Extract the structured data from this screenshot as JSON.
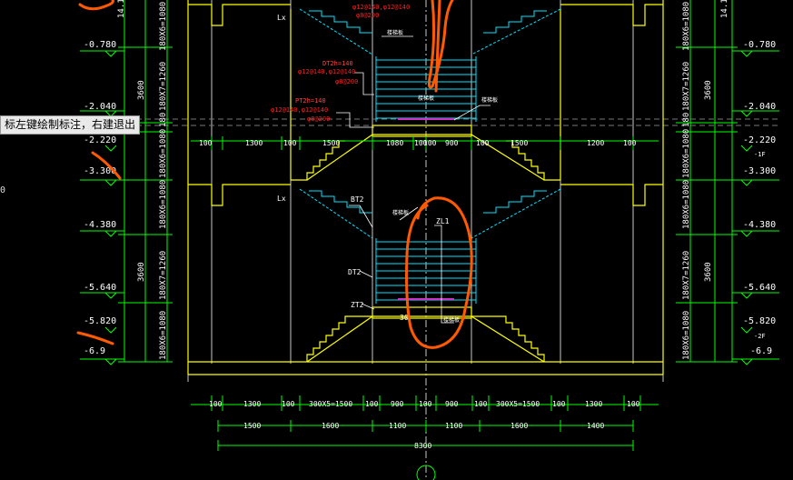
{
  "tooltip": "标左键绘制标注，右建退出",
  "cursor_tag": "0",
  "colors": {
    "background": "#000000",
    "dimension": "#00ff00",
    "outline": "#ffff00",
    "hatch": "#00ffff",
    "rebar": "#ff2020",
    "markup": "#ff5a00",
    "axis": "#d0d0d0",
    "label": "#ffffff",
    "grid_dash": "#666666",
    "slab": "#cc33cc"
  },
  "left_elevations": [
    "-0.780",
    "-2.040",
    "-2.220",
    "-3.300",
    "-4.380",
    "-5.640",
    "-5.820",
    "-6.9"
  ],
  "right_elevations": [
    "-0.780",
    "-2.040",
    "-2.220",
    "-3.300",
    "-4.380",
    "-5.640",
    "-5.820",
    "-6.9"
  ],
  "left_top_value": "14.100",
  "right_top_value": "14.100",
  "left_height_dims": [
    "3600",
    "3600"
  ],
  "right_height_dims": [
    "3600",
    "3600"
  ],
  "left_step_dims": [
    "180X6=1080",
    "180X7=1260",
    "180",
    "180X6=1080",
    "180X6=1080",
    "180X7=1260",
    "180X6=1080"
  ],
  "right_step_dims": [
    "180X6=1080",
    "180X7=1260",
    "180",
    "180X6=1080",
    "180X6=1080",
    "180X7=1260",
    "180X6=1080"
  ],
  "right_floor_marks": [
    "-1F",
    "-2F"
  ],
  "mid_dim_row": [
    "100",
    "1300",
    "100",
    "1500",
    "1080",
    "100",
    "100",
    "900",
    "100",
    "1500",
    "1200",
    "100"
  ],
  "bottom_dim_row1": [
    "100",
    "1300",
    "100",
    "300X5=1500",
    "100",
    "900",
    "100",
    "900",
    "100",
    "300X5=1500",
    "100",
    "1300",
    "100"
  ],
  "bottom_dim_row2": [
    "1500",
    "1600",
    "1100",
    "1100",
    "1600",
    "1400"
  ],
  "bottom_total": "8300",
  "upper_rebar_notes": [
    "φ12@140,φ12@140",
    "φ8@200",
    "DT2h=140",
    "φ12@140,φ12@140",
    "φ8@200",
    "PT2h=140",
    "φ12@140,φ12@140",
    "φ8@200"
  ],
  "labels": {
    "lx_top": "Lx",
    "lx_bottom": "Lx",
    "bt2": "BT2",
    "dt2": "DT2",
    "zl1": "ZL1",
    "zt2": "ZT2",
    "tag_a": "楼梯板",
    "tag_b": "楼梯板",
    "tag_c": "楼梯板",
    "tag_d": "楼梯板",
    "tag_e": "楼梯板",
    "num_30": "30"
  }
}
